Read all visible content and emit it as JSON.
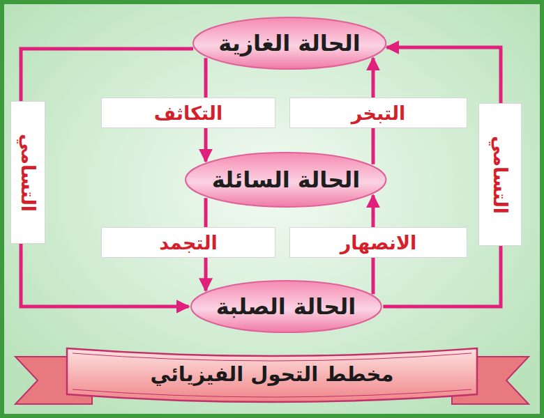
{
  "diagram": {
    "title": "مخطط التحول الفيزيائي",
    "nodes": [
      {
        "text": [
          "الحالة الغازية"
        ]
      },
      {
        "text": [
          "الحالة السائلة"
        ]
      },
      {
        "text": [
          "الحالة الصلبة"
        ]
      }
    ],
    "edges": [
      {
        "from": 0,
        "to": 1,
        "label": "التكاثف",
        "arrow": "to"
      },
      {
        "from": 1,
        "to": 0,
        "label": "التبخر",
        "arrow": "to"
      },
      {
        "from": 1,
        "to": 2,
        "label": "التجمد",
        "arrow": "to"
      },
      {
        "from": 2,
        "to": 1,
        "label": "الانصهار",
        "arrow": "to"
      },
      {
        "from": 0,
        "to": 2,
        "label": "التسامي",
        "arrow": "to"
      },
      {
        "from": 2,
        "to": 0,
        "label": "التسامي",
        "arrow": "to"
      }
    ]
  }
}
